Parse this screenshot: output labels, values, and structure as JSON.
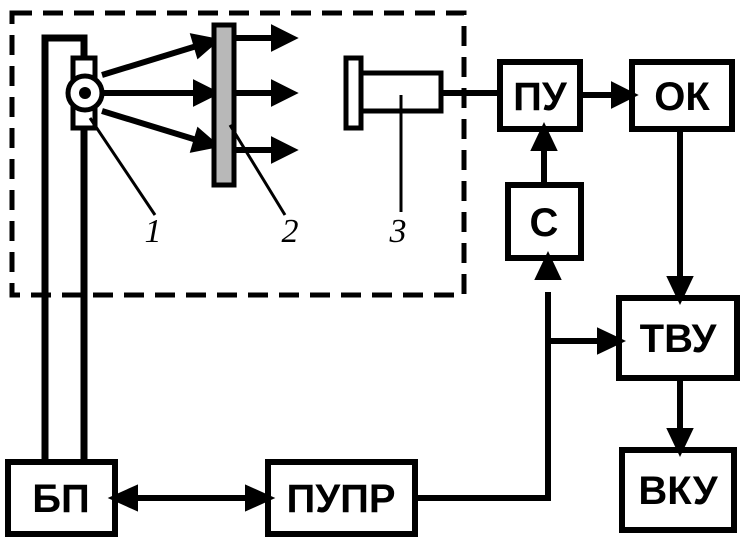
{
  "blocks": {
    "pu": "ПУ",
    "ok": "ОК",
    "s": "С",
    "tvu": "ТВУ",
    "vku": "ВКУ",
    "bp": "БП",
    "pupr": "ПУПР"
  },
  "component_labels": {
    "one": "1",
    "two": "2",
    "three": "3"
  }
}
